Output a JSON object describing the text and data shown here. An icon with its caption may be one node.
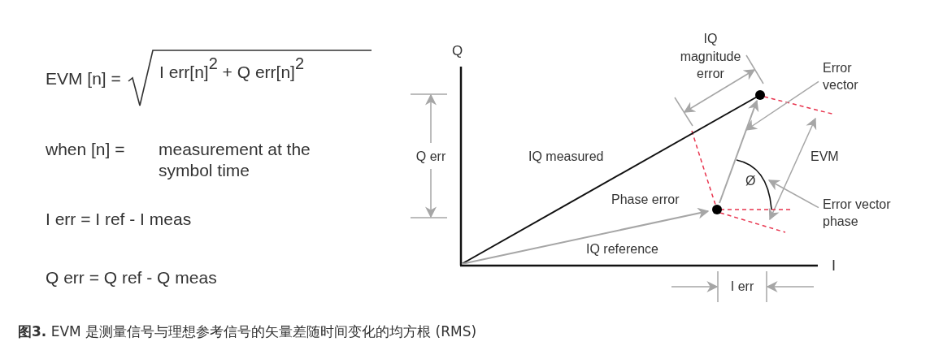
{
  "diagram": {
    "caption": "**图3.** EVM 是测量信号与理想参考信号的矢量差随时间变化的均方根 (RMS)",
    "nodes": [
      {
        "text": [
          "Error vector"
        ]
      },
      {
        "text": [
          "Error vector phase"
        ]
      },
      {
        "text": [],
        "shape": "arrow"
      },
      {
        "text": [],
        "shape": "arc"
      }
    ],
    "edges": [
      {
        "from": 0,
        "to": 2,
        "arrow": "to"
      },
      {
        "from": 1,
        "to": 3,
        "arrow": "to"
      }
    ],
    "labels": [
      "EVM [n] =",
      "I err[n]$^{2}$ + Q err[n]$^{2}$",
      "when [n] =",
      "measurement at the symbol time",
      "I err = I ref - I meas",
      "Q err = Q ref - Q meas",
      "Q",
      "IQ magnitude error",
      "Q err",
      "IQ measured",
      "EVM",
      "Ø",
      "Phase error",
      "IQ reference",
      "I",
      "I err"
    ]
  }
}
